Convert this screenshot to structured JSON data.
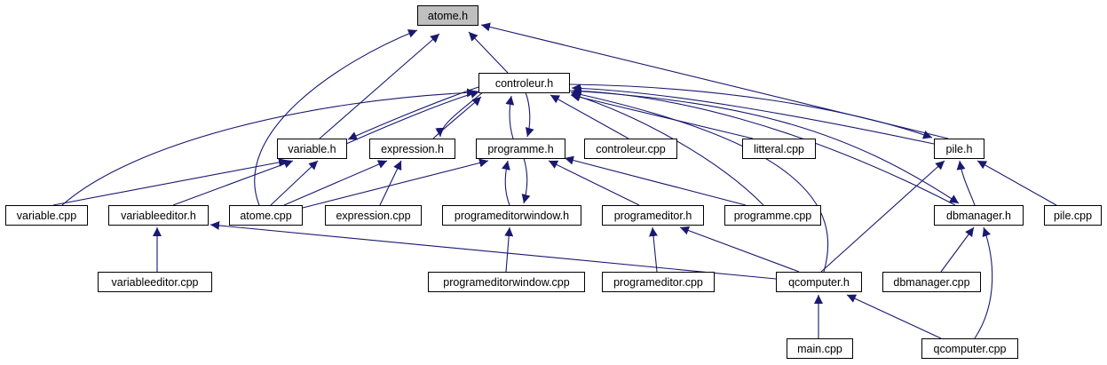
{
  "diagram": {
    "colors": {
      "edge": "#191970",
      "root_fill": "#bfbfbf",
      "node_fill": "#ffffff",
      "border": "#000000"
    },
    "nodes": [
      {
        "id": "atome_h",
        "label": "atome.h",
        "root": true
      },
      {
        "id": "controleur_h",
        "label": "controleur.h"
      },
      {
        "id": "variable_h",
        "label": "variable.h"
      },
      {
        "id": "expression_h",
        "label": "expression.h"
      },
      {
        "id": "programme_h",
        "label": "programme.h"
      },
      {
        "id": "controleur_cpp",
        "label": "controleur.cpp"
      },
      {
        "id": "litteral_cpp",
        "label": "litteral.cpp"
      },
      {
        "id": "pile_h",
        "label": "pile.h"
      },
      {
        "id": "variable_cpp",
        "label": "variable.cpp"
      },
      {
        "id": "variableeditor_h",
        "label": "variableeditor.h"
      },
      {
        "id": "atome_cpp",
        "label": "atome.cpp"
      },
      {
        "id": "expression_cpp",
        "label": "expression.cpp"
      },
      {
        "id": "programeditorwindow_h",
        "label": "programeditorwindow.h"
      },
      {
        "id": "programeditor_h",
        "label": "programeditor.h"
      },
      {
        "id": "programme_cpp",
        "label": "programme.cpp"
      },
      {
        "id": "dbmanager_h",
        "label": "dbmanager.h"
      },
      {
        "id": "pile_cpp",
        "label": "pile.cpp"
      },
      {
        "id": "variableeditor_cpp",
        "label": "variableeditor.cpp"
      },
      {
        "id": "programeditorwindow_cpp",
        "label": "programeditorwindow.cpp"
      },
      {
        "id": "programeditor_cpp",
        "label": "programeditor.cpp"
      },
      {
        "id": "qcomputer_h",
        "label": "qcomputer.h"
      },
      {
        "id": "dbmanager_cpp",
        "label": "dbmanager.cpp"
      },
      {
        "id": "main_cpp",
        "label": "main.cpp"
      },
      {
        "id": "qcomputer_cpp",
        "label": "qcomputer.cpp"
      }
    ],
    "edges": [
      {
        "from": "controleur_h",
        "to": "atome_h"
      },
      {
        "from": "variable_h",
        "to": "atome_h"
      },
      {
        "from": "atome_cpp",
        "to": "atome_h"
      },
      {
        "from": "pile_h",
        "to": "atome_h"
      },
      {
        "from": "variable_h",
        "to": "controleur_h"
      },
      {
        "from": "controleur_h",
        "to": "variable_h"
      },
      {
        "from": "expression_h",
        "to": "controleur_h"
      },
      {
        "from": "controleur_h",
        "to": "expression_h"
      },
      {
        "from": "programme_h",
        "to": "controleur_h"
      },
      {
        "from": "controleur_h",
        "to": "programme_h"
      },
      {
        "from": "controleur_cpp",
        "to": "controleur_h"
      },
      {
        "from": "litteral_cpp",
        "to": "controleur_h"
      },
      {
        "from": "pile_h",
        "to": "controleur_h"
      },
      {
        "from": "controleur_h",
        "to": "pile_h"
      },
      {
        "from": "dbmanager_h",
        "to": "controleur_h"
      },
      {
        "from": "controleur_h",
        "to": "dbmanager_h"
      },
      {
        "from": "variable_cpp",
        "to": "controleur_h"
      },
      {
        "from": "programme_cpp",
        "to": "controleur_h"
      },
      {
        "from": "qcomputer_h",
        "to": "controleur_h"
      },
      {
        "from": "variable_cpp",
        "to": "variable_h"
      },
      {
        "from": "variableeditor_h",
        "to": "variable_h"
      },
      {
        "from": "atome_cpp",
        "to": "variable_h"
      },
      {
        "from": "atome_cpp",
        "to": "expression_h"
      },
      {
        "from": "expression_cpp",
        "to": "expression_h"
      },
      {
        "from": "atome_cpp",
        "to": "programme_h"
      },
      {
        "from": "programeditorwindow_h",
        "to": "programme_h"
      },
      {
        "from": "programme_h",
        "to": "programeditorwindow_h"
      },
      {
        "from": "programeditor_h",
        "to": "programme_h"
      },
      {
        "from": "programme_cpp",
        "to": "programme_h"
      },
      {
        "from": "dbmanager_h",
        "to": "pile_h"
      },
      {
        "from": "pile_cpp",
        "to": "pile_h"
      },
      {
        "from": "qcomputer_h",
        "to": "pile_h"
      },
      {
        "from": "variableeditor_cpp",
        "to": "variableeditor_h"
      },
      {
        "from": "qcomputer_h",
        "to": "variableeditor_h"
      },
      {
        "from": "programeditorwindow_cpp",
        "to": "programeditorwindow_h"
      },
      {
        "from": "programeditor_cpp",
        "to": "programeditor_h"
      },
      {
        "from": "qcomputer_h",
        "to": "programeditor_h"
      },
      {
        "from": "dbmanager_cpp",
        "to": "dbmanager_h"
      },
      {
        "from": "qcomputer_cpp",
        "to": "dbmanager_h"
      },
      {
        "from": "main_cpp",
        "to": "qcomputer_h"
      },
      {
        "from": "qcomputer_cpp",
        "to": "qcomputer_h"
      }
    ]
  }
}
